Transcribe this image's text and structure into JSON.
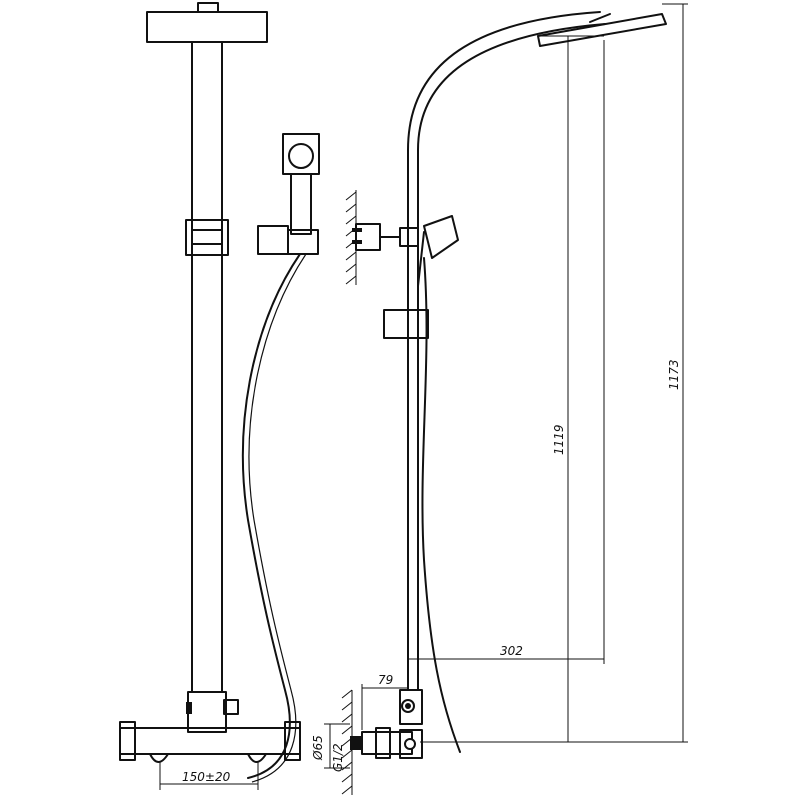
{
  "dimensions": {
    "width_hand_shower_mount": "150±20",
    "outlet_diameter": "Ø65",
    "thread": "G1/2",
    "wall_offset": "79",
    "head_reach": "302",
    "head_height": "1119",
    "total_height": "1173"
  }
}
